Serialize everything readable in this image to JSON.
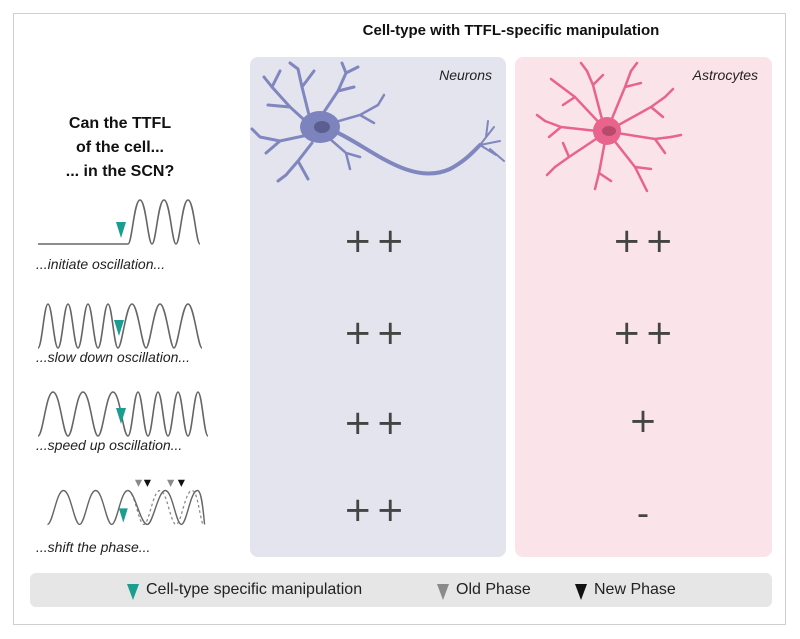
{
  "header": {
    "title": "Cell-type with TTFL-specific manipulation"
  },
  "columns": [
    {
      "label": "Neurons",
      "color": "#e4e4ee",
      "cell_color": "#7f86c0"
    },
    {
      "label": "Astrocytes",
      "color": "#fbe3ea",
      "cell_color": "#e8648c"
    }
  ],
  "question": {
    "line1": "Can the TTFL",
    "line2": "of the cell...",
    "line3": "... in the SCN?"
  },
  "rows": [
    {
      "label": "...initiate oscillation...",
      "neurons": "++",
      "astrocytes": "++"
    },
    {
      "label": "...slow down oscillation...",
      "neurons": "++",
      "astrocytes": "++"
    },
    {
      "label": "...speed up oscillation...",
      "neurons": "++",
      "astrocytes": "+"
    },
    {
      "label": "...shift the phase...",
      "neurons": "++",
      "astrocytes": "-"
    }
  ],
  "legend": {
    "manipulation": "Cell-type specific manipulation",
    "old_phase": "Old Phase",
    "new_phase": "New Phase"
  },
  "colors": {
    "manipulation_marker": "#1b9e8f",
    "old_phase_marker": "#8a8a8a",
    "new_phase_marker": "#111111",
    "trace": "#666666"
  }
}
